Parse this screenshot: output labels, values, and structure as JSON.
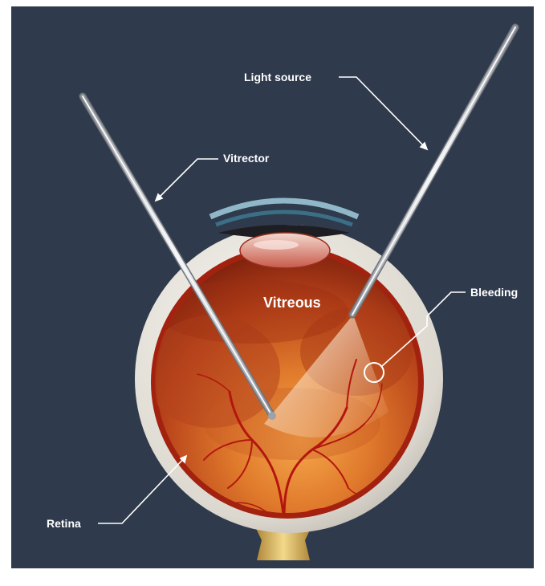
{
  "labels": {
    "light_source": "Light source",
    "vitrector": "Vitrector",
    "vitreous": "Vitreous",
    "bleeding": "Bleeding",
    "retina": "Retina"
  },
  "colors": {
    "background": "#2f3a4c",
    "sclera": "#e6e3dc",
    "retina_red": "#b8331c",
    "vitreous_orange": "#cf5a1f",
    "vessel": "#b3160e",
    "instrument": "#c9ccd0",
    "leader": "#ffffff"
  },
  "icons": {
    "vitrector": "vitrector-probe",
    "light_source": "light-pipe-probe",
    "bleeding": "bleeding-circle-marker"
  }
}
